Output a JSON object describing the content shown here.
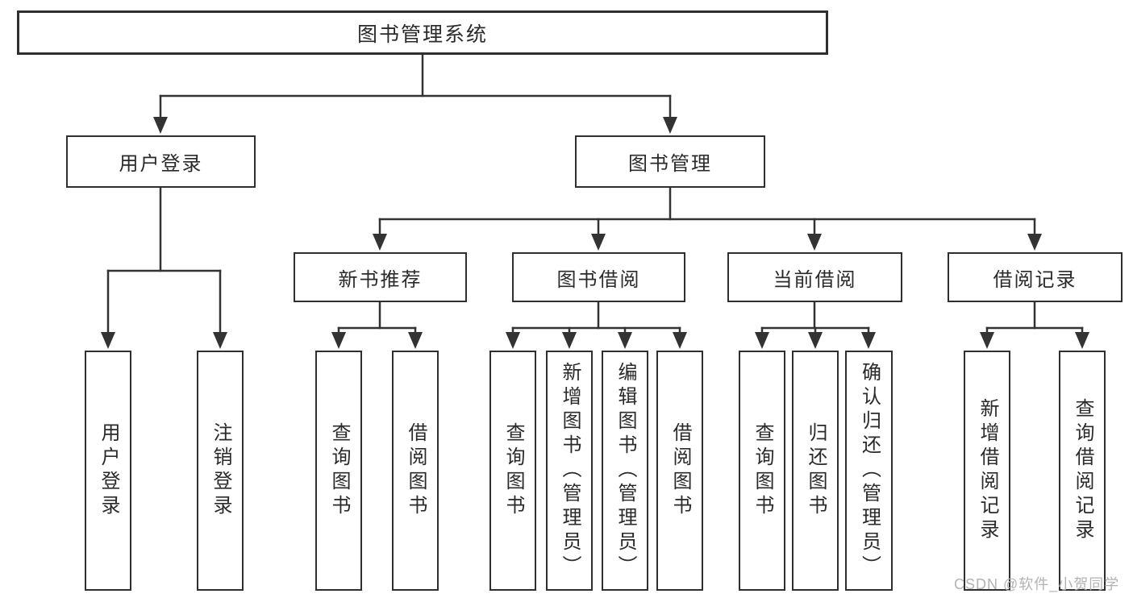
{
  "diagram": {
    "root": {
      "label": "图书管理系统"
    },
    "branches": [
      {
        "label": "用户登录",
        "children": [
          {
            "label": "用户登录"
          },
          {
            "label": "注销登录"
          }
        ]
      },
      {
        "label": "图书管理",
        "children": [
          {
            "label": "新书推荐",
            "children": [
              {
                "label": "查询图书"
              },
              {
                "label": "借阅图书"
              }
            ]
          },
          {
            "label": "图书借阅",
            "children": [
              {
                "label": "查询图书"
              },
              {
                "label": "新增图书（管理员）"
              },
              {
                "label": "编辑图书（管理员）"
              },
              {
                "label": "借阅图书"
              }
            ]
          },
          {
            "label": "当前借阅",
            "children": [
              {
                "label": "查询图书"
              },
              {
                "label": "归还图书"
              },
              {
                "label": "确认归还（管理员）"
              }
            ]
          },
          {
            "label": "借阅记录",
            "children": [
              {
                "label": "新增借阅记录"
              },
              {
                "label": "查询借阅记录"
              }
            ]
          }
        ]
      }
    ]
  },
  "watermark": "CSDN @软件_小贺同学",
  "colors": {
    "line": "#333333",
    "border": "#2f2f2f",
    "text": "#2a2a2a",
    "watermark": "#b3b3b3",
    "background": "#ffffff"
  }
}
